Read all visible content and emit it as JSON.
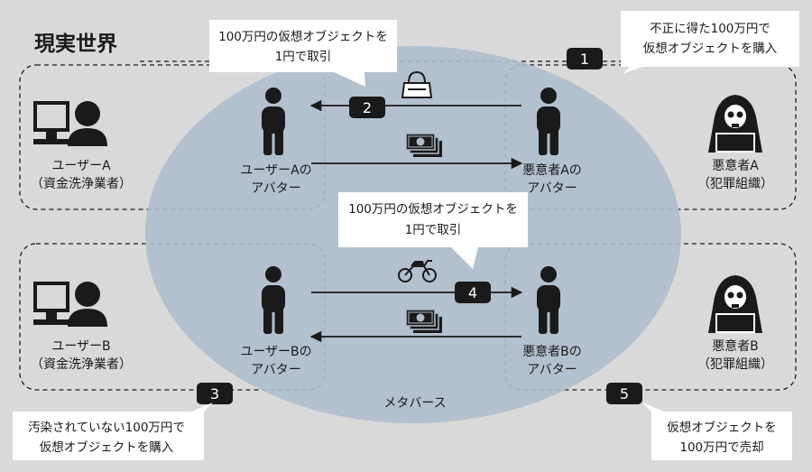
{
  "colors": {
    "background": "#d9d9d9",
    "metaverse_fill": "#aebccb",
    "dark": "#1a1a1a",
    "callout": "#ffffff"
  },
  "real_world_label": "現実世界",
  "metaverse_label": "メタバース",
  "persons": {
    "user_a": {
      "line1": "ユーザーA",
      "line2": "（資金洗浄業者）",
      "icon": "pc-user-icon"
    },
    "user_b": {
      "line1": "ユーザーB",
      "line2": "（資金洗浄業者）",
      "icon": "pc-user-icon"
    },
    "criminal_a": {
      "line1": "悪意者A",
      "line2": "（犯罪組織）",
      "icon": "hacker-skull-icon"
    },
    "criminal_b": {
      "line1": "悪意者B",
      "line2": "（犯罪組織）",
      "icon": "hacker-skull-icon"
    }
  },
  "avatars": {
    "user_a": {
      "line1": "ユーザーAの",
      "line2": "アバター"
    },
    "criminal_a": {
      "line1": "悪意者Aの",
      "line2": "アバター"
    },
    "user_b": {
      "line1": "ユーザーBの",
      "line2": "アバター"
    },
    "criminal_b": {
      "line1": "悪意者Bの",
      "line2": "アバター"
    }
  },
  "steps": [
    "1",
    "2",
    "3",
    "4",
    "5"
  ],
  "callouts": {
    "step1": {
      "line1": "不正に得た100万円で",
      "line2": "仮想オブジェクトを購入"
    },
    "step2": {
      "line1": "100万円の仮想オブジェクトを",
      "line2": "1円で取引"
    },
    "step3": {
      "line1": "汚染されていない100万円で",
      "line2": "仮想オブジェクトを購入"
    },
    "step4": {
      "line1": "100万円の仮想オブジェクトを",
      "line2": "1円で取引"
    },
    "step5": {
      "line1": "仮想オブジェクトを",
      "line2": "100万円で売却"
    }
  },
  "icons": {
    "top_object": "handbag-icon",
    "bottom_object": "motorcycle-icon",
    "money": "banknotes-icon"
  }
}
